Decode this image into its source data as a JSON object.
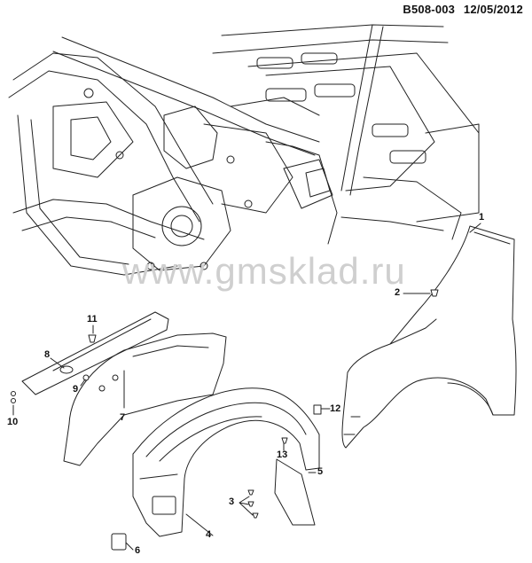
{
  "header": {
    "code": "B508-003",
    "date": "12/05/2012"
  },
  "watermark": "www.gmsklad.ru",
  "callouts": [
    {
      "id": "1",
      "label": "1"
    },
    {
      "id": "2",
      "label": "2"
    },
    {
      "id": "3",
      "label": "3"
    },
    {
      "id": "4",
      "label": "4"
    },
    {
      "id": "5",
      "label": "5"
    },
    {
      "id": "6",
      "label": "6"
    },
    {
      "id": "7",
      "label": "7"
    },
    {
      "id": "8",
      "label": "8"
    },
    {
      "id": "9",
      "label": "9"
    },
    {
      "id": "10",
      "label": "10"
    },
    {
      "id": "11",
      "label": "11"
    },
    {
      "id": "12",
      "label": "12"
    },
    {
      "id": "13",
      "label": "13"
    }
  ]
}
